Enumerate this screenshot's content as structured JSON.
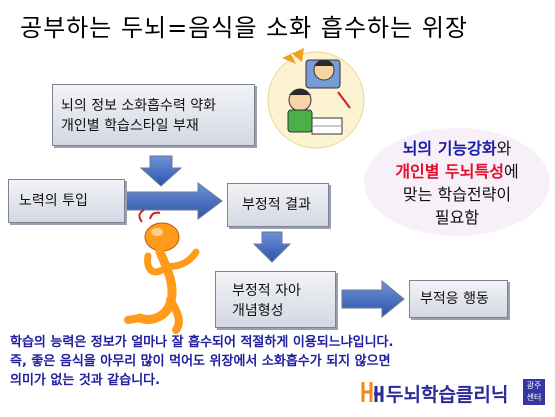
{
  "title": "공부하는 두뇌=음식을 소화 흡수하는 위장",
  "boxes": {
    "top": [
      "뇌의 정보 소화흡수력 약화",
      "개인별 학습스타일 부재"
    ],
    "effort": "노력의 투입",
    "neg_result": "부정적 결과",
    "neg_self": [
      "부정적 자아",
      "개념형성"
    ],
    "neg_action": "부적응 행동"
  },
  "bubble": {
    "line1_blue": "뇌의 기능강화",
    "line1_tail": "와",
    "line2_red": "개인별 두뇌특성",
    "line2_tail": "에",
    "line3": "맞는 학습전략이",
    "line4": "필요함"
  },
  "bottom_text": [
    "학습의 능력은 정보가 얼마나 잘 흡수되어 적절하게 이용되느냐입니다.",
    "즉, 좋은 음식을 아무리 많이 먹어도 위장에서 소화흡수가 되지 않으면",
    "의미가 없는 것과 같습니다."
  ],
  "logo": {
    "text": "두뇌학습클리닉",
    "sub": [
      "광주",
      "센터"
    ]
  },
  "colors": {
    "box_fill": "#dde0e8",
    "arrow_fill": "#3a64b8",
    "bubble_fill": "#f8f0f8",
    "text_blue": "#2020a0",
    "text_red": "#e0102a"
  }
}
